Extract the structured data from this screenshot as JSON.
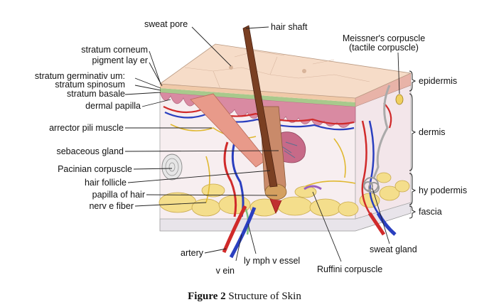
{
  "labels": {
    "sweat_pore": "sweat pore",
    "hair_shaft": "hair shaft",
    "meissner_line1": "Meissner's corpuscle",
    "meissner_line2": "(tactile corpuscle)",
    "stratum_corneum": "stratum corneum",
    "pigment_layer": "pigment lay er",
    "stratum_germinativum": "stratum germinativ um:",
    "stratum_spinosum": "stratum spinosum",
    "stratum_basale": "stratum basale",
    "dermal_papilla": "dermal papilla",
    "arrector_pili_muscle": "arrector pili muscle",
    "sebaceous_gland": "sebaceous gland",
    "pacinian_corpuscle": "Pacinian corpuscle",
    "hair_follicle": "hair follicle",
    "papilla_of_hair": "papilla of hair",
    "nerve_fiber": "nerv e fiber",
    "artery": "artery",
    "vein": "v ein",
    "lymph_vessel": "ly mph v essel",
    "ruffini_corpuscle": "Ruffini corpuscle",
    "sweat_gland": "sweat gland",
    "epidermis": "epidermis",
    "dermis": "dermis",
    "hypodermis": "hy podermis",
    "fascia": "fascia"
  },
  "caption": {
    "number": "Figure 2",
    "text": "Structure of Skin"
  }
}
